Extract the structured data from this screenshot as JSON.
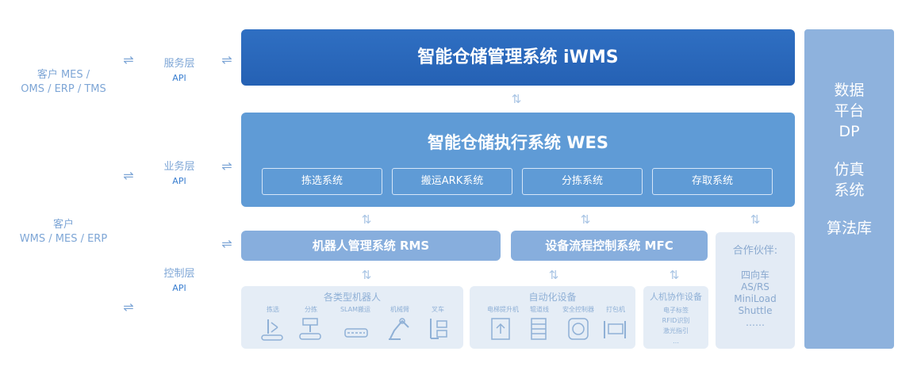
{
  "left_groups": {
    "top": {
      "line1": "客户 MES /",
      "line2": "OMS / ERP / TMS"
    },
    "bottom": {
      "line1": "客户",
      "line2": "WMS / MES / ERP"
    }
  },
  "layers": {
    "service": {
      "name": "服务层",
      "api": "API"
    },
    "business": {
      "name": "业务层",
      "api": "API"
    },
    "control": {
      "name": "控制层",
      "api": "API"
    }
  },
  "iwms": {
    "title": "智能仓储管理系统 iWMS"
  },
  "wes": {
    "title": "智能仓储执行系统 WES",
    "subs": [
      "拣选系统",
      "搬运ARK系统",
      "分拣系统",
      "存取系统"
    ]
  },
  "rms": {
    "title": "机器人管理系统 RMS"
  },
  "mfc": {
    "title": "设备流程控制系统 MFC"
  },
  "partner": {
    "heading": "合作伙伴:",
    "items": [
      "四向车",
      "AS/RS",
      "MiniLoad",
      "Shuttle",
      "……"
    ]
  },
  "robots": {
    "heading": "各类型机器人",
    "items": [
      "拣选",
      "分拣",
      "SLAM搬运",
      "机械臂",
      "叉车"
    ]
  },
  "automation": {
    "heading": "自动化设备",
    "items": [
      "电梯提升机",
      "辊道线",
      "安全控制器",
      "打包机"
    ]
  },
  "hmi": {
    "heading": "人机协作设备",
    "items": [
      "电子标签",
      "RFID识别",
      "激光指引",
      "…"
    ]
  },
  "side": {
    "items": [
      "数据",
      "平台",
      "DP",
      "",
      "仿真",
      "系统",
      "",
      "算法库"
    ]
  },
  "symbols": {
    "h_arrow": "⇌",
    "v_arrow": "⇅"
  },
  "colors": {
    "primary": "#2561b4",
    "wes": "#5f9bd6",
    "rms": "#87aedd",
    "side": "#8eb2dd"
  }
}
